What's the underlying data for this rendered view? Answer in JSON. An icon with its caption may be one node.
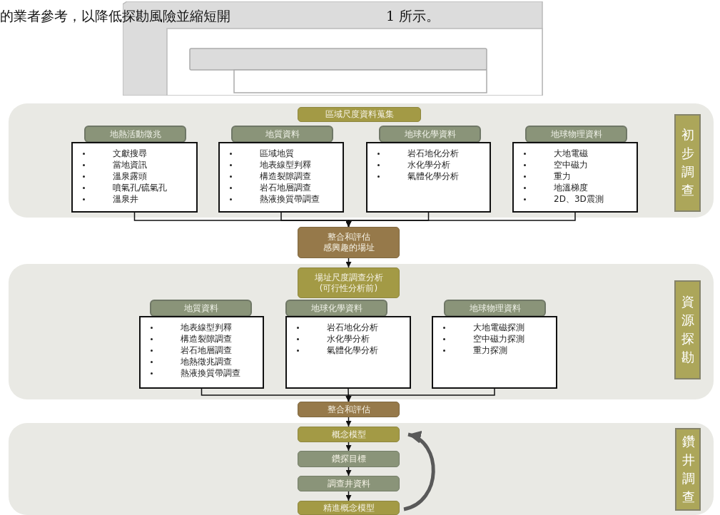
{
  "diagram": {
    "nodes": [
      {
        "text": [],
        "shape": "band"
      },
      {
        "text": [
          "區域尺度資料蒐集"
        ],
        "in": 0
      },
      {
        "text": [
          "地熱活動徵兆",
          "文獻搜尋",
          "當地資訊",
          "溫泉露頭",
          "噴氣孔/硫氣孔",
          "溫泉井"
        ],
        "in": 0
      },
      {
        "text": [
          "地質資料",
          "區域地質",
          "地表線型判釋",
          "構造裂隙調查",
          "岩石地層調查",
          "熱液換質帶調查"
        ],
        "in": 0
      },
      {
        "text": [
          "地球化學資料",
          "岩石地化分析",
          "水化學分析",
          "氣體化學分析"
        ],
        "in": 0
      },
      {
        "text": [
          "地球物理資料",
          "大地電磁",
          "空中磁力",
          "重力",
          "地溫梯度",
          "2D、3D震測"
        ],
        "in": 0
      },
      {
        "text": [
          "初步調查"
        ],
        "in": 0
      },
      {
        "text": [
          "整合和評估",
          "感興趣的場址"
        ]
      },
      {
        "text": [],
        "shape": "band"
      },
      {
        "text": [
          "場址尺度調查分析",
          "(可行性分析前)"
        ],
        "in": 8
      },
      {
        "text": [
          "地質資料",
          "地表線型判釋",
          "構造裂隙調查",
          "岩石地層調查",
          "地熱徵兆調查",
          "熱液換質帶調查"
        ],
        "in": 8
      },
      {
        "text": [
          "地球化學資料",
          "岩石地化分析",
          "水化學分析",
          "氣體化學分析"
        ],
        "in": 8
      },
      {
        "text": [
          "地球物理資料",
          "大地電磁探測",
          "空中磁力探測",
          "重力探測"
        ],
        "in": 8
      },
      {
        "text": [
          "資源探勘"
        ],
        "in": 8
      },
      {
        "text": [
          "整合和評估"
        ]
      },
      {
        "text": [],
        "shape": "band"
      },
      {
        "text": [
          "概念模型"
        ],
        "in": 15
      },
      {
        "text": [
          "鑽探目標"
        ],
        "in": 15
      },
      {
        "text": [
          "調查井資料"
        ],
        "in": 15
      },
      {
        "text": [
          "精進概念模型"
        ],
        "in": 15
      },
      {
        "text": [
          "鑽井調查"
        ],
        "in": 15
      }
    ],
    "edges": [
      {
        "from": 2,
        "to": 7,
        "arrow": "to"
      },
      {
        "from": 3,
        "to": 7,
        "arrow": "to"
      },
      {
        "from": 4,
        "to": 7,
        "arrow": "to"
      },
      {
        "from": 5,
        "to": 7,
        "arrow": "to"
      },
      {
        "from": 7,
        "to": 9,
        "arrow": "to"
      },
      {
        "from": 10,
        "to": 14,
        "arrow": "to"
      },
      {
        "from": 11,
        "to": 14,
        "arrow": "to"
      },
      {
        "from": 12,
        "to": 14,
        "arrow": "to"
      },
      {
        "from": 14,
        "to": 16,
        "arrow": "to"
      },
      {
        "from": 16,
        "to": 17,
        "arrow": "to"
      },
      {
        "from": 17,
        "to": 18,
        "arrow": "to"
      },
      {
        "from": 18,
        "to": 19,
        "arrow": "to"
      },
      {
        "from": 19,
        "to": 16,
        "arrow": "to",
        "style": "thick",
        "color": "#595959"
      }
    ],
    "labels": [
      "的業者參考，以降低探勘風險並縮短開",
      "1 所示。"
    ]
  }
}
